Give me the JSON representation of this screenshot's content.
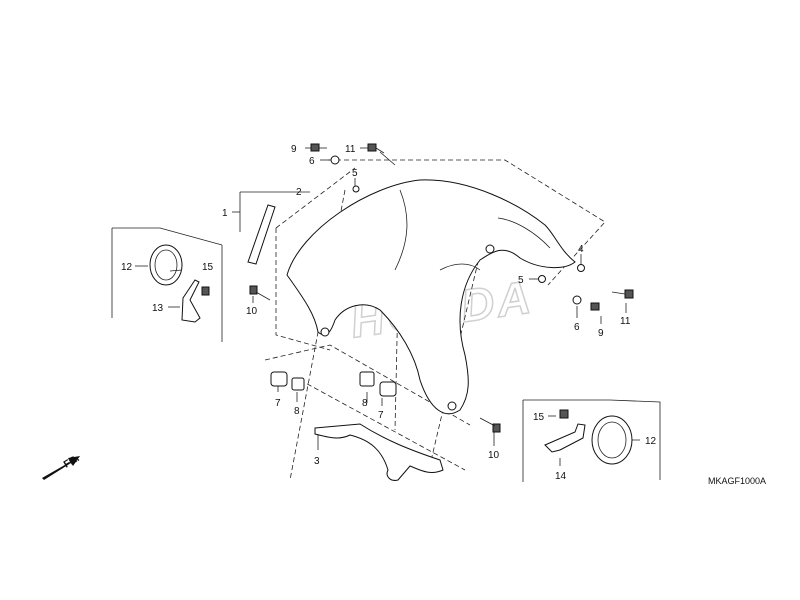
{
  "diagram": {
    "watermark": "HONDA",
    "diagram_code": "MKAGF1000A",
    "direction_label": "FR.",
    "callouts": [
      {
        "id": "c9a",
        "text": "9"
      },
      {
        "id": "c6a",
        "text": "6"
      },
      {
        "id": "c11a",
        "text": "11"
      },
      {
        "id": "c5a",
        "text": "5"
      },
      {
        "id": "c2",
        "text": "2"
      },
      {
        "id": "c1",
        "text": "1"
      },
      {
        "id": "c4",
        "text": "4"
      },
      {
        "id": "c5b",
        "text": "5"
      },
      {
        "id": "c6b",
        "text": "6"
      },
      {
        "id": "c9b",
        "text": "9"
      },
      {
        "id": "c11b",
        "text": "11"
      },
      {
        "id": "c12a",
        "text": "12"
      },
      {
        "id": "c15a",
        "text": "15"
      },
      {
        "id": "c13",
        "text": "13"
      },
      {
        "id": "c10a",
        "text": "10"
      },
      {
        "id": "c7a",
        "text": "7"
      },
      {
        "id": "c8a",
        "text": "8"
      },
      {
        "id": "c8b",
        "text": "8"
      },
      {
        "id": "c7b",
        "text": "7"
      },
      {
        "id": "c10b",
        "text": "10"
      },
      {
        "id": "c3",
        "text": "3"
      },
      {
        "id": "c15b",
        "text": "15"
      },
      {
        "id": "c12b",
        "text": "12"
      },
      {
        "id": "c14",
        "text": "14"
      }
    ]
  }
}
